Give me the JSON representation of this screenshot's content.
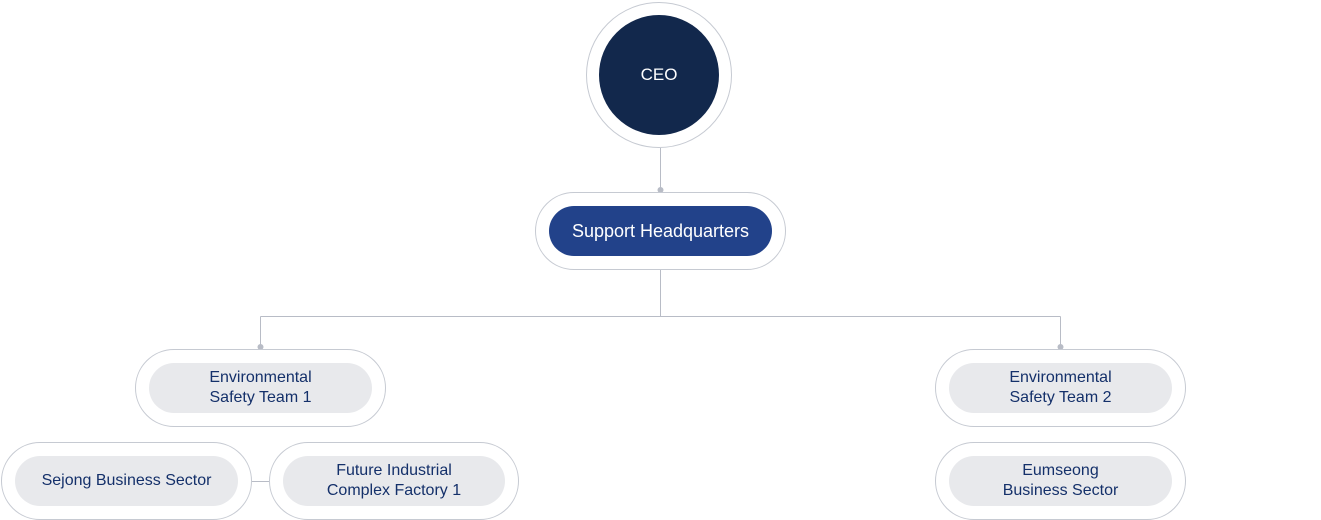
{
  "colors": {
    "ceo_fill": "#12284c",
    "hq_fill": "#22428a",
    "team_fill": "#e8e9ec",
    "team_text": "#14306a",
    "border": "#c6cad2",
    "connector": "#b8bcc6"
  },
  "nodes": {
    "ceo": "CEO",
    "headquarters": "Support Headquarters",
    "env_safety_team_1": "Environmental\nSafety Team 1",
    "env_safety_team_2": "Environmental\nSafety Team 2",
    "sejong_business_sector": "Sejong Business Sector",
    "future_industrial_factory": "Future Industrial\nComplex Factory 1",
    "eumseong_business_sector": "Eumseong\nBusiness Sector"
  }
}
